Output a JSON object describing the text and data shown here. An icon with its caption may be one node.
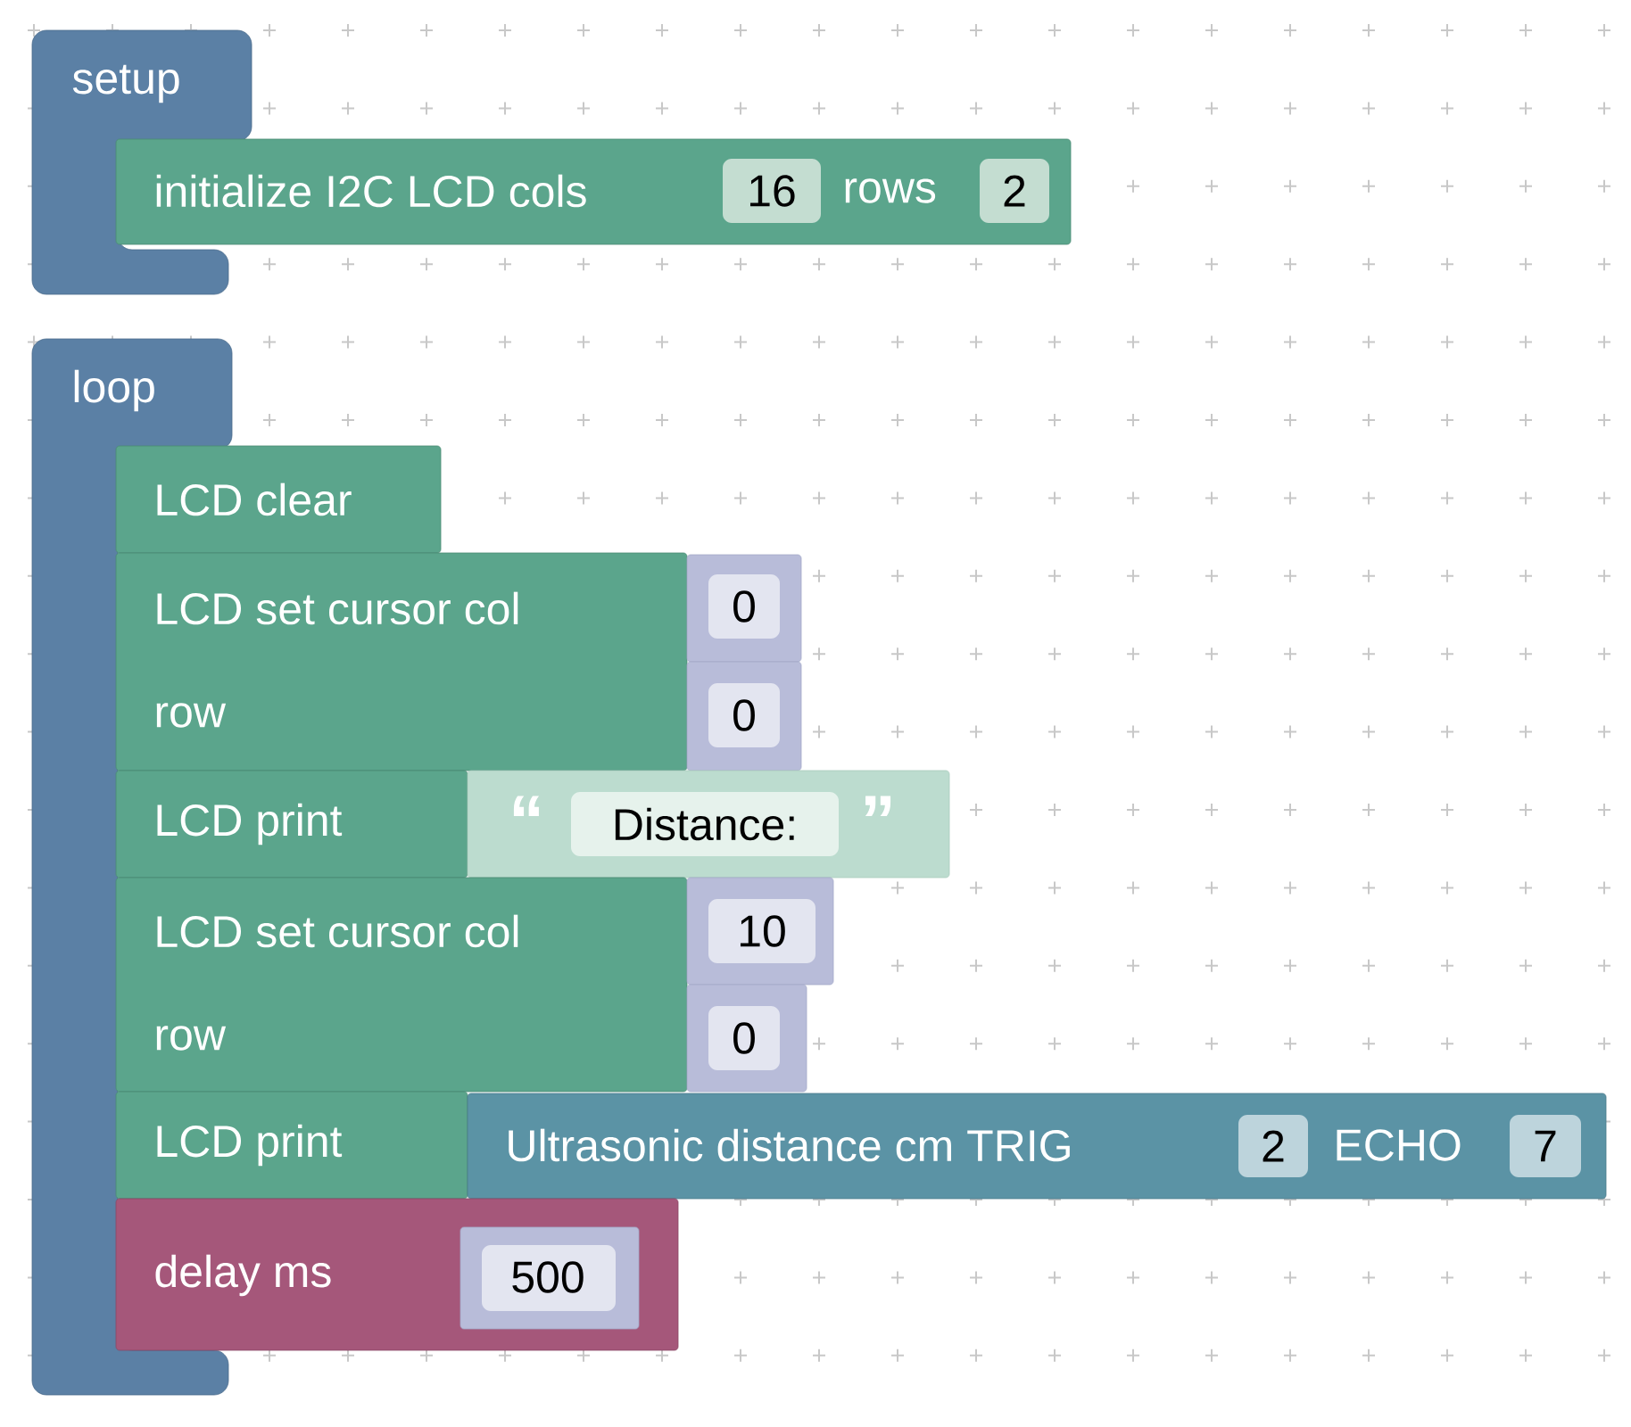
{
  "diagram": {
    "nodes": [
      {
        "text": [
          "setup"
        ]
      },
      {
        "text": [
          "initialize I2C LCD cols",
          "rows"
        ]
      },
      {
        "text": [
          "16"
        ],
        "in": 1
      },
      {
        "text": [
          "2"
        ],
        "in": 1
      },
      {
        "text": [
          "loop"
        ]
      },
      {
        "text": [
          "LCD clear"
        ]
      },
      {
        "text": [
          "LCD set cursor col",
          "row"
        ]
      },
      {
        "text": [
          "0"
        ]
      },
      {
        "text": [
          "0"
        ]
      },
      {
        "text": [
          "LCD print"
        ]
      },
      {
        "text": [
          "“",
          "Distance:",
          "”"
        ]
      },
      {
        "text": [
          "LCD set cursor col",
          "row"
        ]
      },
      {
        "text": [
          "10"
        ]
      },
      {
        "text": [
          "0"
        ]
      },
      {
        "text": [
          "LCD print"
        ]
      },
      {
        "text": [
          "Ultrasonic distance cm TRIG",
          "ECHO"
        ]
      },
      {
        "text": [
          "2"
        ],
        "in": 15
      },
      {
        "text": [
          "7"
        ],
        "in": 15
      },
      {
        "text": [
          "delay  ms"
        ]
      },
      {
        "text": [
          "500"
        ],
        "in": 18
      }
    ]
  }
}
